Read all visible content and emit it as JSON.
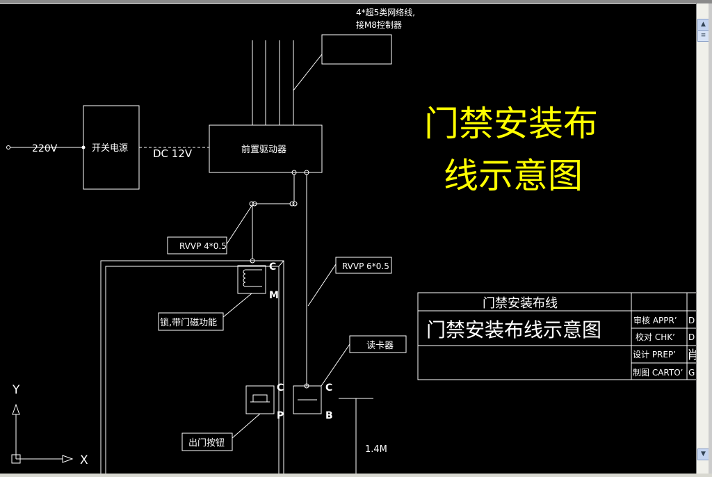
{
  "drawing": {
    "note_line1": "4*超5类网络线,",
    "note_line2": "接M8控制器",
    "input_voltage": "220V",
    "power_supply": "开关电源",
    "dc_label": "DC 12V",
    "driver": "前置驱动器",
    "title_line1": "门禁安装布",
    "title_line2": "线示意图",
    "cable1": "RVVP 4*0.5",
    "cable2": "RVVP 6*0.5",
    "lock_label": "锁,带门磁功能",
    "lock_c": "C",
    "lock_m": "M",
    "reader_label": "读卡器",
    "reader_c": "C",
    "reader_b": "B",
    "button_label": "出门按钮",
    "button_c": "C",
    "button_p": "P",
    "height_label": "1.4M"
  },
  "title_block": {
    "header": "门禁安装布线",
    "title": "门禁安装布线示意图",
    "rows": [
      {
        "label": "审核 APPR’",
        "value": "D"
      },
      {
        "label": "校对 CHK’",
        "value": "D"
      },
      {
        "label": "设计 PREP’",
        "value": "肖"
      },
      {
        "label": "制图 CARTO’",
        "value": "G"
      }
    ]
  },
  "ucs": {
    "x_label": "X",
    "y_label": "Y"
  },
  "colors": {
    "background": "#000000",
    "lines": "#ffffff",
    "title": "#ffff00"
  }
}
